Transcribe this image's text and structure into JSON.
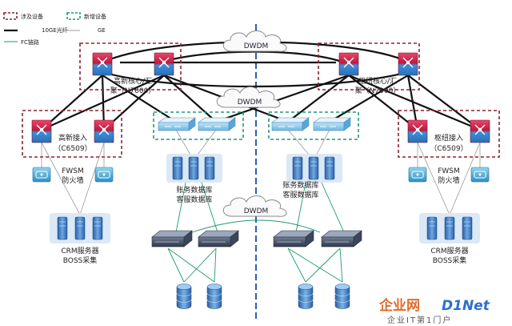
{
  "legend": {
    "involved": "涉及设备",
    "new": "新增设备",
    "tenge": "10GE光纤",
    "ge": "GE",
    "fc": "FC链路"
  },
  "clouds": {
    "top": "DWDM",
    "mid": "DWDM",
    "bottom": "DWDM"
  },
  "left": {
    "core_line1": "高新核心/汇",
    "core_line2": "聚（N7000）",
    "access_line1": "高新接入",
    "access_line2": "（C6509）",
    "fw_line1": "FWSM",
    "fw_line2": "防火墙",
    "crm_line1": "CRM服务器",
    "crm_line2": "BOSS采集"
  },
  "right": {
    "core_line1": "枢纽核心/汇",
    "core_line2": "聚（N7000）",
    "access_line1": "枢纽接入",
    "access_line2": "（C6509）",
    "fw_line1": "FWSM",
    "fw_line2": "防火墙",
    "crm_line1": "CRM服务器",
    "crm_line2": "BOSS采集"
  },
  "center_left_db": {
    "line1": "账务数据库",
    "line2": "客服数据库"
  },
  "center_right_db": {
    "line1": "账务数据库",
    "line2": "客服数据库"
  },
  "watermark": {
    "brand_cn": "企业网",
    "brand_en": "D1Net",
    "slogan": "企业IT第1门户"
  }
}
